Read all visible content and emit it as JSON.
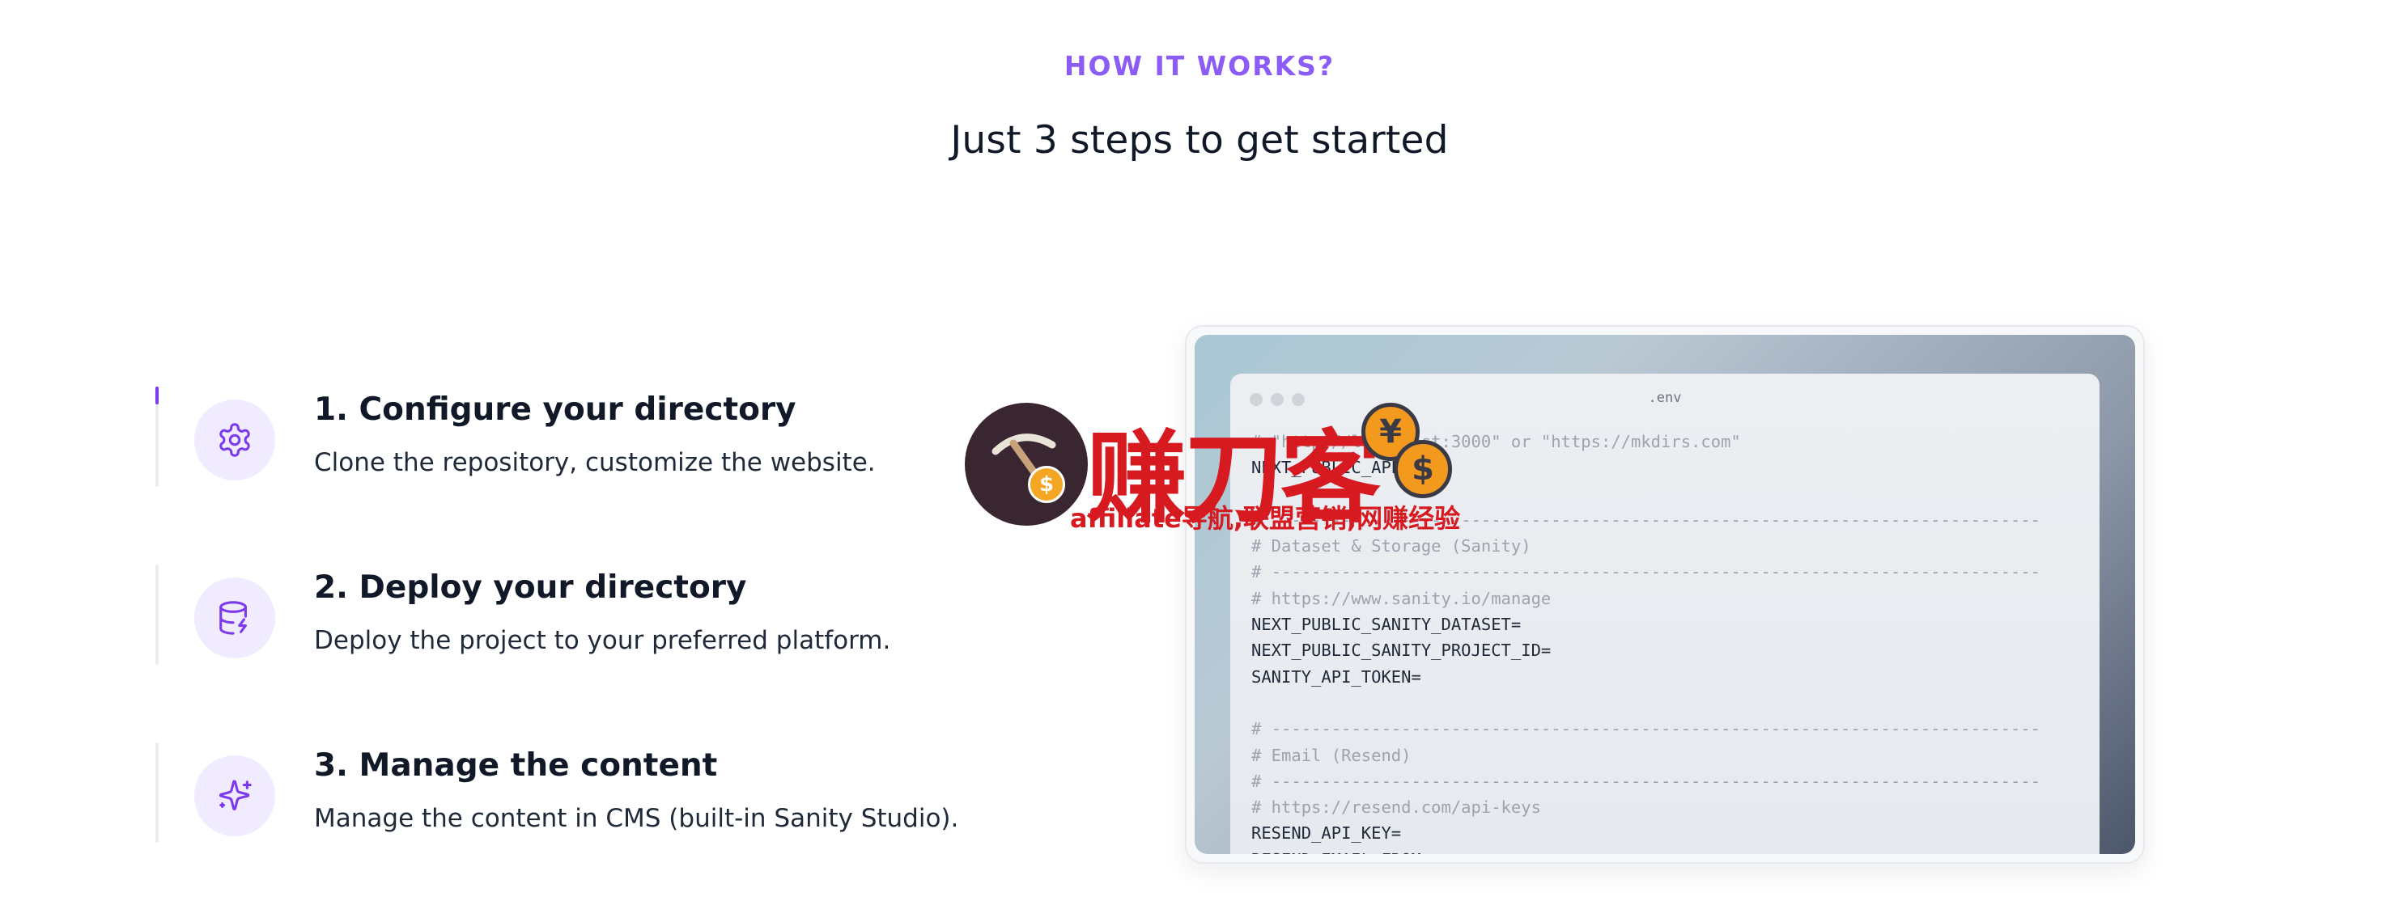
{
  "section": {
    "eyebrow": "HOW IT WORKS?",
    "headline": "Just 3 steps to get started"
  },
  "steps": [
    {
      "title": "1. Configure your directory",
      "description": "Clone the repository, customize the website.",
      "icon": "gear-icon",
      "active": true
    },
    {
      "title": "2. Deploy your directory",
      "description": "Deploy the project to your preferred platform.",
      "icon": "database-bolt-icon",
      "active": false
    },
    {
      "title": "3. Manage the content",
      "description": "Manage the content in CMS (built-in Sanity Studio).",
      "icon": "sparkles-icon",
      "active": false
    }
  ],
  "preview": {
    "file_name": ".env",
    "code_lines": [
      {
        "text": "# \"http://localhost:3000\" or \"https://mkdirs.com\"",
        "comment": true
      },
      {
        "text": "NEXT_PUBLIC_APP_URL=",
        "comment": false
      },
      {
        "text": "",
        "comment": false
      },
      {
        "text": "# -----------------------------------------------------------------------------",
        "comment": true
      },
      {
        "text": "# Dataset & Storage (Sanity)",
        "comment": true
      },
      {
        "text": "# -----------------------------------------------------------------------------",
        "comment": true
      },
      {
        "text": "# https://www.sanity.io/manage",
        "comment": true
      },
      {
        "text": "NEXT_PUBLIC_SANITY_DATASET=",
        "comment": false
      },
      {
        "text": "NEXT_PUBLIC_SANITY_PROJECT_ID=",
        "comment": false
      },
      {
        "text": "SANITY_API_TOKEN=",
        "comment": false
      },
      {
        "text": "",
        "comment": false
      },
      {
        "text": "# -----------------------------------------------------------------------------",
        "comment": true
      },
      {
        "text": "# Email (Resend)",
        "comment": true
      },
      {
        "text": "# -----------------------------------------------------------------------------",
        "comment": true
      },
      {
        "text": "# https://resend.com/api-keys",
        "comment": true
      },
      {
        "text": "RESEND_API_KEY=",
        "comment": false
      },
      {
        "text": "RESEND_EMAIL_FROM=",
        "comment": false
      }
    ]
  },
  "watermark": {
    "main_text": "赚刀客",
    "sub_text": "affiliate导航,联盟营销,网赚经验",
    "coin_dollar": "$",
    "coin_yen": "¥"
  },
  "colors": {
    "accent": "#8b5cf6",
    "accent_dark": "#7c3aed",
    "icon_bg": "#f1ebff",
    "watermark_red": "#d71920"
  }
}
